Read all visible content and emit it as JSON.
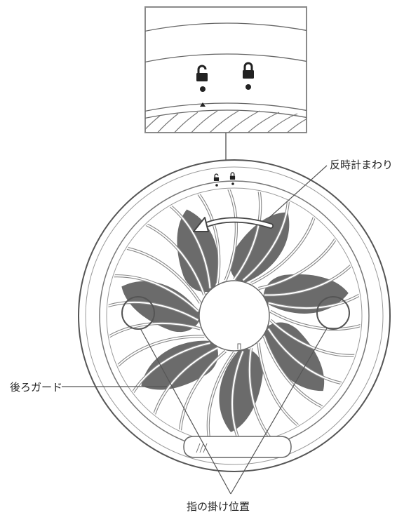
{
  "labels": {
    "counterclockwise": "反時計まわり",
    "rear_guard": "後ろガード",
    "finger_position": "指の掛け位置"
  },
  "icons": {
    "unlock": "unlock-icon",
    "lock": "lock-icon",
    "position_arrow": "triangle-up-icon",
    "rotation": "curved-arrow-icon"
  },
  "colors": {
    "outline": "#555555",
    "blade": "#6b6b6b",
    "guard": "#888888",
    "inset_border": "#8a8a8a",
    "text": "#222222"
  }
}
